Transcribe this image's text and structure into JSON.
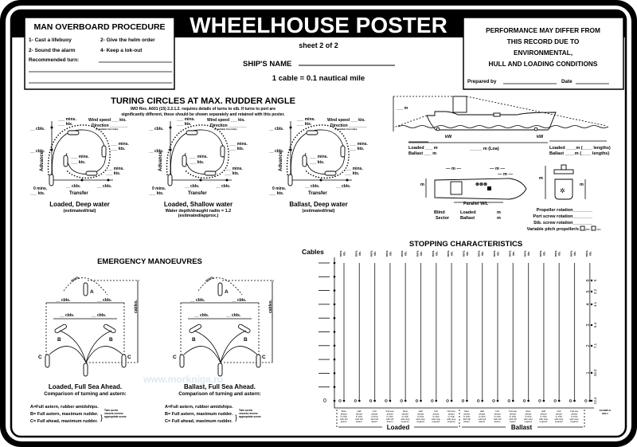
{
  "header": {
    "title": "WHEELHOUSE POSTER",
    "sheet": "sheet 2 of 2",
    "ships_name_label": "SHIP'S NAME",
    "cable_note": "1 cable = 0.1 nautical mile"
  },
  "mob": {
    "title": "MAN OVERBOARD PROCEDURE",
    "steps": [
      "1- Cast a lifebuoy",
      "2- Give the helm order",
      "2- Sound the alarm",
      "4- Keep a lok-out"
    ],
    "recommended_turn": "Recommended turn:"
  },
  "performance": {
    "lines": [
      "PERFORMANCE MAY DIFFER FROM",
      "THIS RECORD DUE TO",
      "ENVIRONMENTAL,",
      "HULL AND LOADING CONDITIONS"
    ],
    "prepared_by": "Prepared by",
    "date": "Date"
  },
  "turning": {
    "title": "TURING CIRCLES AT MAX. RUDDER ANGLE",
    "note_1": "IMO Res. A601 (15) 2.2.1.2. requires details of turns to stb. If turns to port are",
    "note_2": "significantly different, these should be shown separately and retained with this poster.",
    "labels": {
      "cbls": "__ cbls.",
      "mins": "___ mins.",
      "kts": "___ kts.",
      "wind_speed": "Wind speed ___ kts.",
      "direction": "Direction ________",
      "if_available": "(if available from trials)",
      "advance": "Advance",
      "transfer": "Transfer",
      "zero_mins": "0  mins.",
      "zero_kts": "___ kts."
    },
    "diagrams": [
      {
        "caption": "Loaded, Deep water",
        "sub": [
          "(estimated/trial)"
        ]
      },
      {
        "caption": "Loaded, Shallow water",
        "sub": [
          "Water depth/draught radio = 1.2",
          "(estimated/approx.)"
        ]
      },
      {
        "caption": "Ballast, Deep water",
        "sub": [
          "(estimated/trial)"
        ]
      }
    ]
  },
  "ship": {
    "m": "___ m",
    "kw": "kW",
    "loa": "_____ m (Loa)",
    "loaded_left": "Loaded ___ m",
    "ballast_left": "Ballast ___ m",
    "loaded_right": "Loaded ____m (____ lengths)",
    "ballast_right": "Ballast ____m (____ lengths)",
    "m_plan": "— m —",
    "m_short": "m",
    "parallel": "Parallel W/L",
    "blind": "Blind",
    "sector": "Sector",
    "loaded": "Loaded",
    "ballast": "Ballast",
    "prop_rotation": "Propeller rotation________",
    "port_rotation": "Port screw rotation________",
    "stb_rotation": "Stb. screw rotation________",
    "variable_pitch": "Variable pitch propeller/s",
    "yes": "yes",
    "no": "no"
  },
  "emergency": {
    "title": "EMERGENCY MANOEUVRES",
    "mins": "mins.",
    "cbls": "__ cbls.",
    "cables": "__ cables.",
    "letters": [
      "A",
      "B",
      "C"
    ],
    "diagrams": [
      {
        "caption": "Loaded, Full Sea Ahead."
      },
      {
        "caption": "Ballast, Full Sea Ahead."
      }
    ],
    "comparison": "Comparison of turning and astern:",
    "legend": [
      "A=Full astern, rubber amidships.",
      "B= Full astern, maximum rudder.",
      "C= Full ahead, maximum rudder."
    ],
    "twin_screw": [
      "Twin screw",
      "vessels reverse",
      "appropriate screw"
    ]
  },
  "stopping": {
    "title": "STOPPING CHARACTERISTICS",
    "y_label": "Cables",
    "zero": "0",
    "col_top": [
      "mins.",
      "kts."
    ],
    "columns": [
      [
        "Slow",
        "ahead",
        "to stop",
        "with full",
        "astern"
      ],
      [
        "Half",
        "ahead",
        "to stop",
        "with full",
        "astern"
      ],
      [
        "Full",
        "ahead",
        "to stop",
        "with full",
        "astern"
      ],
      [
        "Full sea",
        "ahead",
        "to stop",
        "with full",
        "astern"
      ],
      [
        "Slow",
        "ahead",
        "to stop",
        "with stop",
        "engines"
      ],
      [
        "Half",
        "ahead",
        "to stop",
        "with stop",
        "engines"
      ],
      [
        "Full",
        "ahead",
        "to stop",
        "with stop",
        "engines"
      ],
      [
        "Full sea",
        "ahead",
        "to stop",
        "with stop",
        "engines"
      ],
      [
        "Slow",
        "ahead",
        "to stop",
        "with full",
        "astern"
      ],
      [
        "Half",
        "ahead",
        "to stop",
        "with full",
        "astern"
      ],
      [
        "Full",
        "ahead",
        "to stop",
        "with full",
        "astern"
      ],
      [
        "Full sea",
        "ahead",
        "to stop",
        "with full",
        "astern"
      ],
      [
        "Slow",
        "ahead",
        "to stop",
        "with stop",
        "engines"
      ],
      [
        "Half",
        "ahead",
        "to stop",
        "with stop",
        "engines"
      ],
      [
        "Full",
        "ahead",
        "to stop",
        "with stop",
        "engines"
      ],
      [
        "Full sea",
        "ahead",
        "to stop",
        "with stop",
        "engines"
      ]
    ],
    "loaded": "Loaded",
    "ballast": "Ballast",
    "example_label": [
      "EXAMPLE",
      "ONLY"
    ],
    "example_cables": [
      "6",
      "5",
      "4",
      "3",
      "2",
      "1"
    ],
    "example_values": [
      "0",
      "2.2",
      "4.1",
      "5.4",
      "7.1",
      "10.3",
      "13.4"
    ]
  },
  "watermark": "www.morkniga.ru"
}
